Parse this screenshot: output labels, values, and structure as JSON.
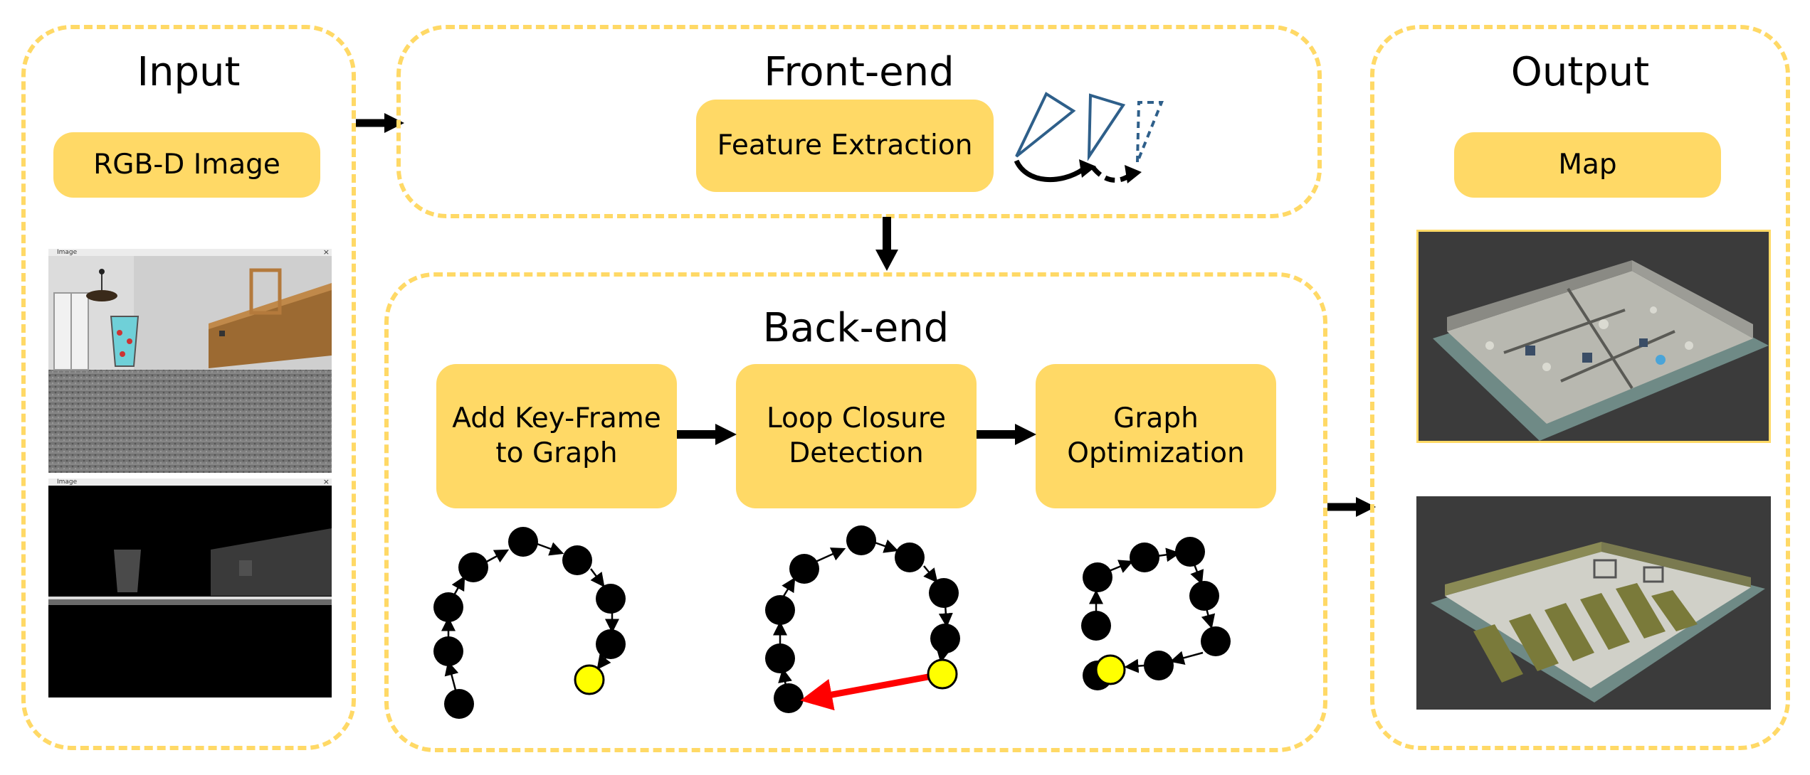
{
  "input": {
    "title": "Input",
    "rgbd_label": "RGB-D Image",
    "rgb_window_title": "Image",
    "depth_window_title": "Image",
    "rgb_close_glyph": "×",
    "depth_close_glyph": "×"
  },
  "frontend": {
    "title": "Front-end",
    "feature_label": "Feature Extraction"
  },
  "backend": {
    "title": "Back-end",
    "steps": [
      {
        "line1": "Add Key-Frame",
        "line2": "to Graph"
      },
      {
        "line1": "Loop Closure",
        "line2": "Detection"
      },
      {
        "line1": "Graph",
        "line2": "Optimization"
      }
    ]
  },
  "output": {
    "title": "Output",
    "map_label": "Map"
  },
  "colors": {
    "panel_border": "#FFD966",
    "box_fill": "#FFD966",
    "node_fill": "#000000",
    "new_node_fill": "#FFFF00",
    "loop_edge": "#FF0000",
    "camera_stroke": "#2E5F8A"
  }
}
